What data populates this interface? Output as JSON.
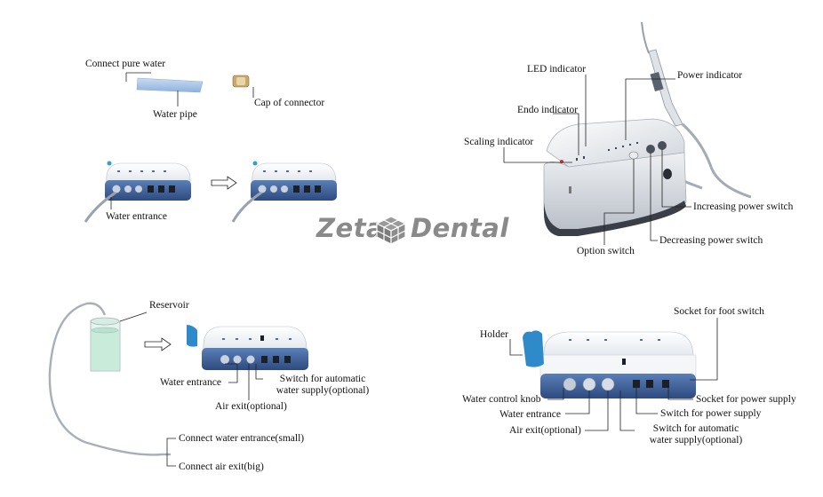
{
  "watermark": {
    "left_word": "Zeta",
    "right_word": "Dental"
  },
  "panel_top_left": {
    "connect_pure_water": "Connect pure water",
    "water_pipe": "Water pipe",
    "cap_of_connector": "Cap of  connector",
    "water_entrance": "Water entrance"
  },
  "panel_top_right": {
    "led_indicator": "LED indicator",
    "power_indicator": "Power indicator",
    "endo_indicator": "Endo indicator",
    "scaling_indicator": "Scaling indicator",
    "increasing_power_switch": "Increasing  power switch",
    "decreasing_power_switch": "Decreasing power switch",
    "option_switch": "Option switch"
  },
  "panel_bottom_left": {
    "reservoir": "Reservoir",
    "water_entrance": "Water entrance",
    "switch_auto_line1": "Switch for automatic",
    "switch_auto_line2": "water supply(optional)",
    "air_exit": "Air exit(optional)",
    "connect_water_entrance": "Connect water entrance(small)",
    "connect_air_exit": "Connect  air exit(big)"
  },
  "panel_bottom_right": {
    "holder": "Holder",
    "socket_foot_switch": "Socket  for foot  switch",
    "water_control_knob": "Water control knob",
    "socket_power_supply": "Socket for power supply",
    "water_entrance": "Water entrance",
    "switch_power_supply": "Switch for power supply",
    "air_exit": "Air exit(optional)",
    "switch_auto_line1": "Switch for automatic",
    "switch_auto_line2": "water supply(optional)"
  },
  "colors": {
    "device_blue": "#3a5f9a",
    "device_white": "#f2f4f7",
    "water_blue": "#a8c4e6",
    "holder_blue": "#2e8ac8"
  }
}
